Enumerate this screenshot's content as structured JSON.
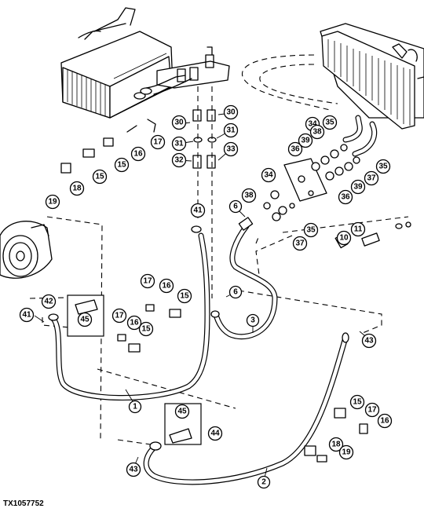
{
  "figure_id": "TX1057752",
  "callouts": [
    {
      "id": "c1",
      "label": "1"
    },
    {
      "id": "c2",
      "label": "2"
    },
    {
      "id": "c3",
      "label": "3"
    },
    {
      "id": "c6a",
      "label": "6"
    },
    {
      "id": "c6b",
      "label": "6"
    },
    {
      "id": "c10",
      "label": "10"
    },
    {
      "id": "c11",
      "label": "11"
    },
    {
      "id": "c15a",
      "label": "15"
    },
    {
      "id": "c15b",
      "label": "15"
    },
    {
      "id": "c15c",
      "label": "15"
    },
    {
      "id": "c15d",
      "label": "15"
    },
    {
      "id": "c15e",
      "label": "15"
    },
    {
      "id": "c16a",
      "label": "16"
    },
    {
      "id": "c16b",
      "label": "16"
    },
    {
      "id": "c16c",
      "label": "16"
    },
    {
      "id": "c16d",
      "label": "16"
    },
    {
      "id": "c17a",
      "label": "17"
    },
    {
      "id": "c17b",
      "label": "17"
    },
    {
      "id": "c17c",
      "label": "17"
    },
    {
      "id": "c17d",
      "label": "17"
    },
    {
      "id": "c18a",
      "label": "18"
    },
    {
      "id": "c18b",
      "label": "18"
    },
    {
      "id": "c19a",
      "label": "19"
    },
    {
      "id": "c19b",
      "label": "19"
    },
    {
      "id": "c30a",
      "label": "30"
    },
    {
      "id": "c30b",
      "label": "30"
    },
    {
      "id": "c31a",
      "label": "31"
    },
    {
      "id": "c31b",
      "label": "31"
    },
    {
      "id": "c32",
      "label": "32"
    },
    {
      "id": "c33",
      "label": "33"
    },
    {
      "id": "c34a",
      "label": "34"
    },
    {
      "id": "c34b",
      "label": "34"
    },
    {
      "id": "c35a",
      "label": "35"
    },
    {
      "id": "c35b",
      "label": "35"
    },
    {
      "id": "c35c",
      "label": "35"
    },
    {
      "id": "c36a",
      "label": "36"
    },
    {
      "id": "c36b",
      "label": "36"
    },
    {
      "id": "c37a",
      "label": "37"
    },
    {
      "id": "c37b",
      "label": "37"
    },
    {
      "id": "c38a",
      "label": "38"
    },
    {
      "id": "c38b",
      "label": "38"
    },
    {
      "id": "c39a",
      "label": "39"
    },
    {
      "id": "c39b",
      "label": "39"
    },
    {
      "id": "c41a",
      "label": "41"
    },
    {
      "id": "c41b",
      "label": "41"
    },
    {
      "id": "c42",
      "label": "42"
    },
    {
      "id": "c43a",
      "label": "43"
    },
    {
      "id": "c43b",
      "label": "43"
    },
    {
      "id": "c44",
      "label": "44"
    },
    {
      "id": "c45a",
      "label": "45"
    },
    {
      "id": "c45b",
      "label": "45"
    }
  ]
}
